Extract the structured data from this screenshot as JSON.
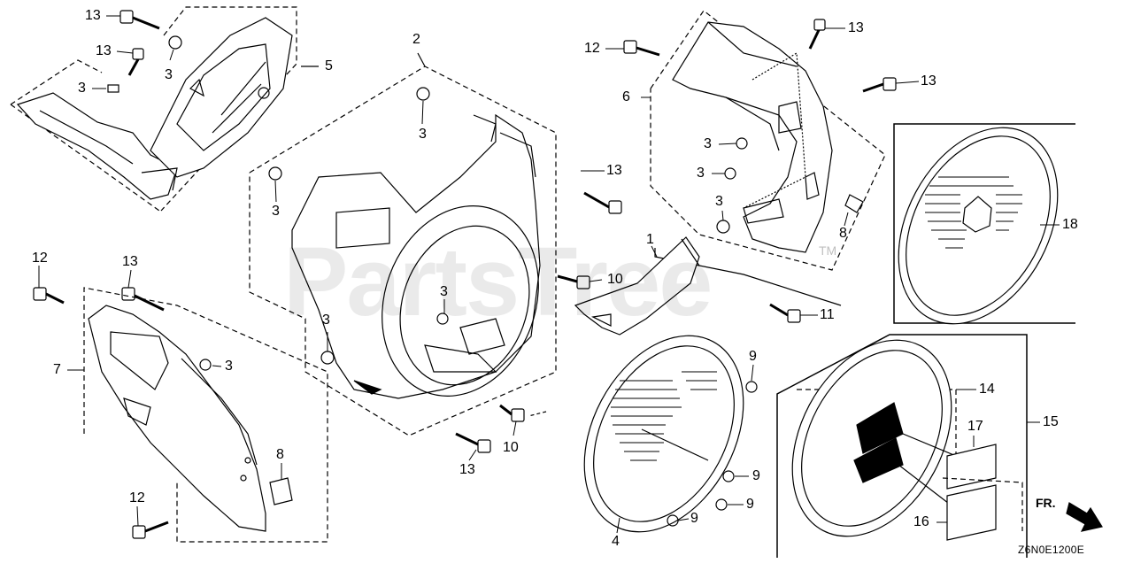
{
  "watermark": {
    "text": "PartsTree",
    "tm": "TM"
  },
  "diagram_code": "Z6N0E1200E",
  "direction_label": "FR.",
  "callouts": [
    {
      "id": "c13a",
      "text": "13"
    },
    {
      "id": "c13b",
      "text": "13"
    },
    {
      "id": "c3a",
      "text": "3"
    },
    {
      "id": "c3b",
      "text": "3"
    },
    {
      "id": "c5",
      "text": "5"
    },
    {
      "id": "c2",
      "text": "2"
    },
    {
      "id": "c3c",
      "text": "3"
    },
    {
      "id": "c13c",
      "text": "13"
    },
    {
      "id": "c3d",
      "text": "3"
    },
    {
      "id": "c12a",
      "text": "12"
    },
    {
      "id": "c13d",
      "text": "13"
    },
    {
      "id": "c6",
      "text": "6"
    },
    {
      "id": "c13e",
      "text": "13"
    },
    {
      "id": "c3e",
      "text": "3"
    },
    {
      "id": "c3f",
      "text": "3"
    },
    {
      "id": "c3g",
      "text": "3"
    },
    {
      "id": "c8a",
      "text": "8"
    },
    {
      "id": "c18",
      "text": "18"
    },
    {
      "id": "c1",
      "text": "1"
    },
    {
      "id": "c10a",
      "text": "10"
    },
    {
      "id": "c11",
      "text": "11"
    },
    {
      "id": "c3h",
      "text": "3"
    },
    {
      "id": "c3i",
      "text": "3"
    },
    {
      "id": "c12b",
      "text": "12"
    },
    {
      "id": "c13f",
      "text": "13"
    },
    {
      "id": "c7",
      "text": "7"
    },
    {
      "id": "c3j",
      "text": "3"
    },
    {
      "id": "c8b",
      "text": "8"
    },
    {
      "id": "c12c",
      "text": "12"
    },
    {
      "id": "c10b",
      "text": "10"
    },
    {
      "id": "c13g",
      "text": "13"
    },
    {
      "id": "c9a",
      "text": "9"
    },
    {
      "id": "c9b",
      "text": "9"
    },
    {
      "id": "c9c",
      "text": "9"
    },
    {
      "id": "c9d",
      "text": "9"
    },
    {
      "id": "c4",
      "text": "4"
    },
    {
      "id": "c14",
      "text": "14"
    },
    {
      "id": "c15",
      "text": "15"
    },
    {
      "id": "c17",
      "text": "17"
    },
    {
      "id": "c16",
      "text": "16"
    }
  ]
}
